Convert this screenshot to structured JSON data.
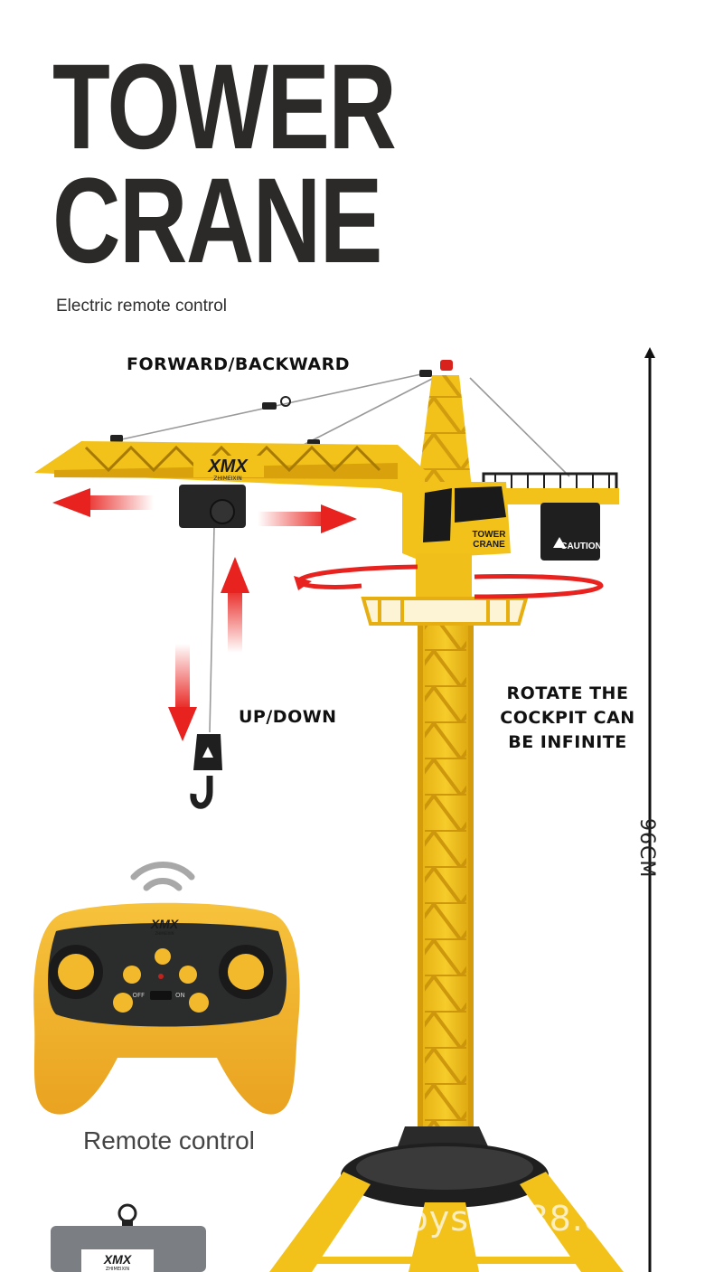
{
  "header": {
    "title_line1": "TOWER",
    "title_line2": "CRANE",
    "subtitle": "Electric remote control"
  },
  "labels": {
    "forward_backward": "FORWARD/BACKWARD",
    "up_down": "UP/DOWN",
    "rotate_line1": "ROTATE THE",
    "rotate_line2": "COCKPIT CAN",
    "rotate_line3": "BE INFINITE",
    "height": "96CM"
  },
  "crane": {
    "cab_text_line1": "TOWER",
    "cab_text_line2": "CRANE",
    "counterweight_text": "CAUTION",
    "jib_brand": "XMX",
    "jib_brand_sub": "ZHIMEIXIN"
  },
  "remote": {
    "brand": "XMX",
    "brand_sub": "ZHIMEIXIN",
    "switch_off": "OFF",
    "switch_on": "ON",
    "caption": "Remote control"
  },
  "battery_box": {
    "brand": "XMX",
    "brand_sub": "ZHIMEIXIN"
  },
  "watermark": "lktoys.1688.cn",
  "colors": {
    "crane_yellow": "#f2c21b",
    "crane_dark": "#2a2a2a",
    "arrow_red": "#e8231f",
    "title_dark": "#2b2a28"
  },
  "icons": [
    "wifi-signal-icon",
    "arrow-left-icon",
    "arrow-right-icon",
    "arrow-up-icon",
    "arrow-down-icon",
    "rotation-arrow-icon",
    "hook-icon",
    "warning-icon"
  ]
}
